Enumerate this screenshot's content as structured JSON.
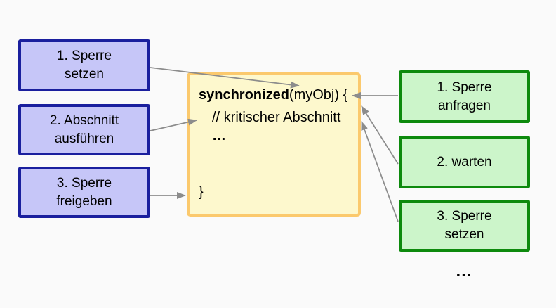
{
  "diagram": {
    "background": "#fafafa",
    "colors": {
      "blue_box_fill": "#c6c6f8",
      "blue_box_border": "#1a1f9e",
      "green_box_fill": "#ccf5ca",
      "green_box_border": "#0d8a0d",
      "code_box_fill": "#fdf8cd",
      "code_box_border": "#fbc96d",
      "arrow": "#8c8c8c",
      "text": "#000000"
    },
    "left_steps": [
      {
        "label": "1. Sperre\nsetzen"
      },
      {
        "label": "2. Abschnitt\nausführen"
      },
      {
        "label": "3. Sperre\nfreigeben"
      }
    ],
    "right_steps": [
      {
        "label": "1. Sperre\nanfragen"
      },
      {
        "label": "2. warten"
      },
      {
        "label": "3. Sperre\nsetzen"
      }
    ],
    "code_box": {
      "keyword": "synchronized",
      "line1_rest": "(myObj) {",
      "comment": "// kritischer Abschnitt",
      "ellipsis": "…",
      "closing_brace": "}"
    },
    "more_indicator": "…",
    "connections": [
      {
        "from": "1. Sperre setzen",
        "to": "synchronized(myObj) {"
      },
      {
        "from": "2. Abschnitt ausführen",
        "to": "// kritischer Abschnitt"
      },
      {
        "from": "3. Sperre freigeben",
        "to": "}"
      },
      {
        "from": "1. Sperre anfragen",
        "to": "synchronized(myObj) {"
      },
      {
        "from": "2. warten",
        "to": "synchronized(myObj) {"
      },
      {
        "from": "3. Sperre setzen",
        "to": "synchronized(myObj) {"
      }
    ]
  }
}
